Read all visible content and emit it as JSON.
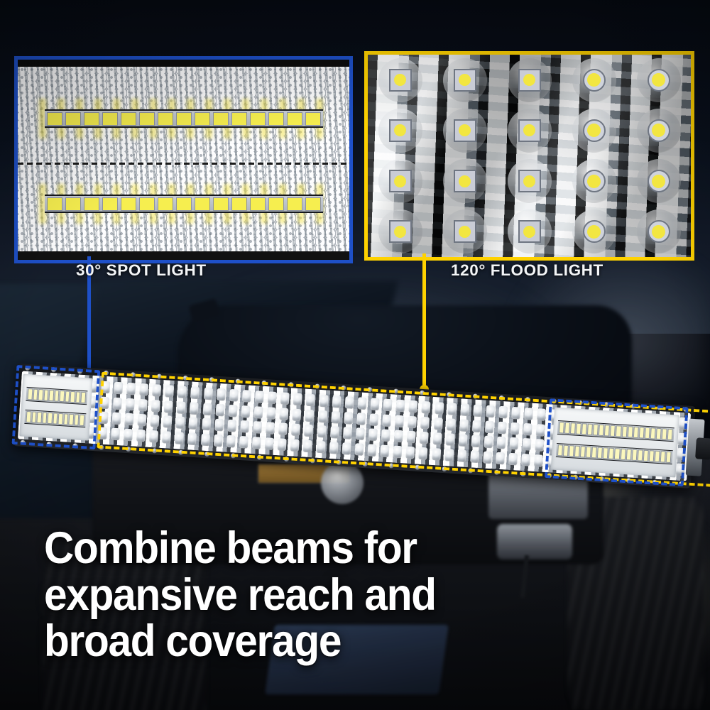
{
  "panels": {
    "spot": {
      "caption": "30° SPOT LIGHT",
      "border_color": "#1E50C8",
      "icon": "led-spot-macro-icon"
    },
    "flood": {
      "caption": "120° FLOOD LIGHT",
      "border_color": "#FFD200",
      "icon": "led-flood-macro-icon"
    }
  },
  "headline": {
    "line1": "Combine beams for",
    "line2": "expansive reach and",
    "line3": "broad coverage",
    "color": "#FFFFFF"
  },
  "product": {
    "name": "led-light-bar",
    "spot_highlight_color": "#1E50C8",
    "flood_highlight_color": "#FFD200"
  },
  "background": {
    "scene": "4wd-vehicle-night-offroad",
    "base_color": "#05080E"
  }
}
